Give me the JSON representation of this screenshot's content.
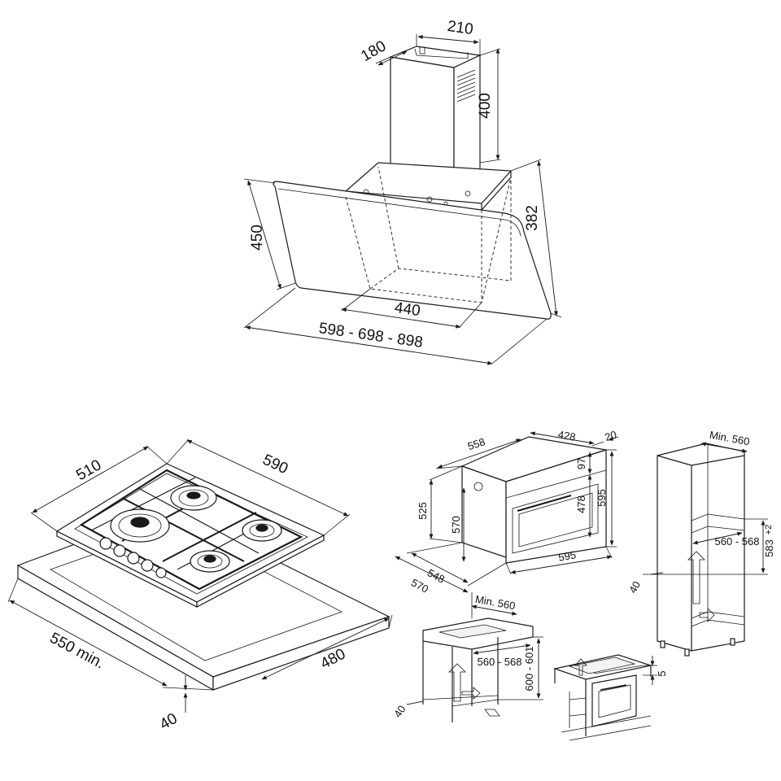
{
  "hood": {
    "width_chimney": "210",
    "depth_chimney": "180",
    "height_chimney": "400",
    "height_body": "382",
    "height_panel": "450",
    "inner_width": "440",
    "widths": "598 - 698 - 898"
  },
  "hob": {
    "width": "590",
    "depth": "510",
    "cutout_width": "550 min.",
    "cutout_depth": "480",
    "worktop_front": "40"
  },
  "oven": {
    "width": "595",
    "depth_body": "558",
    "depth_total": "428",
    "front_offset": "20",
    "panel_top": "97",
    "door_height": "478",
    "height": "595",
    "height_body": "570",
    "side_height": "525",
    "depth_548": "548",
    "depth_570": "570"
  },
  "tall_cabinet": {
    "min_depth": "Min. 560",
    "niche_width": "560 - 568",
    "niche_height": "583",
    "niche_tolerance": "+2",
    "front_gap": "40"
  },
  "under_counter": {
    "min_depth": "Min. 560",
    "niche_width": "560 - 568",
    "niche_height": "600 - 601",
    "front_gap": "40"
  },
  "hob_over_oven": {
    "gap": "5"
  }
}
